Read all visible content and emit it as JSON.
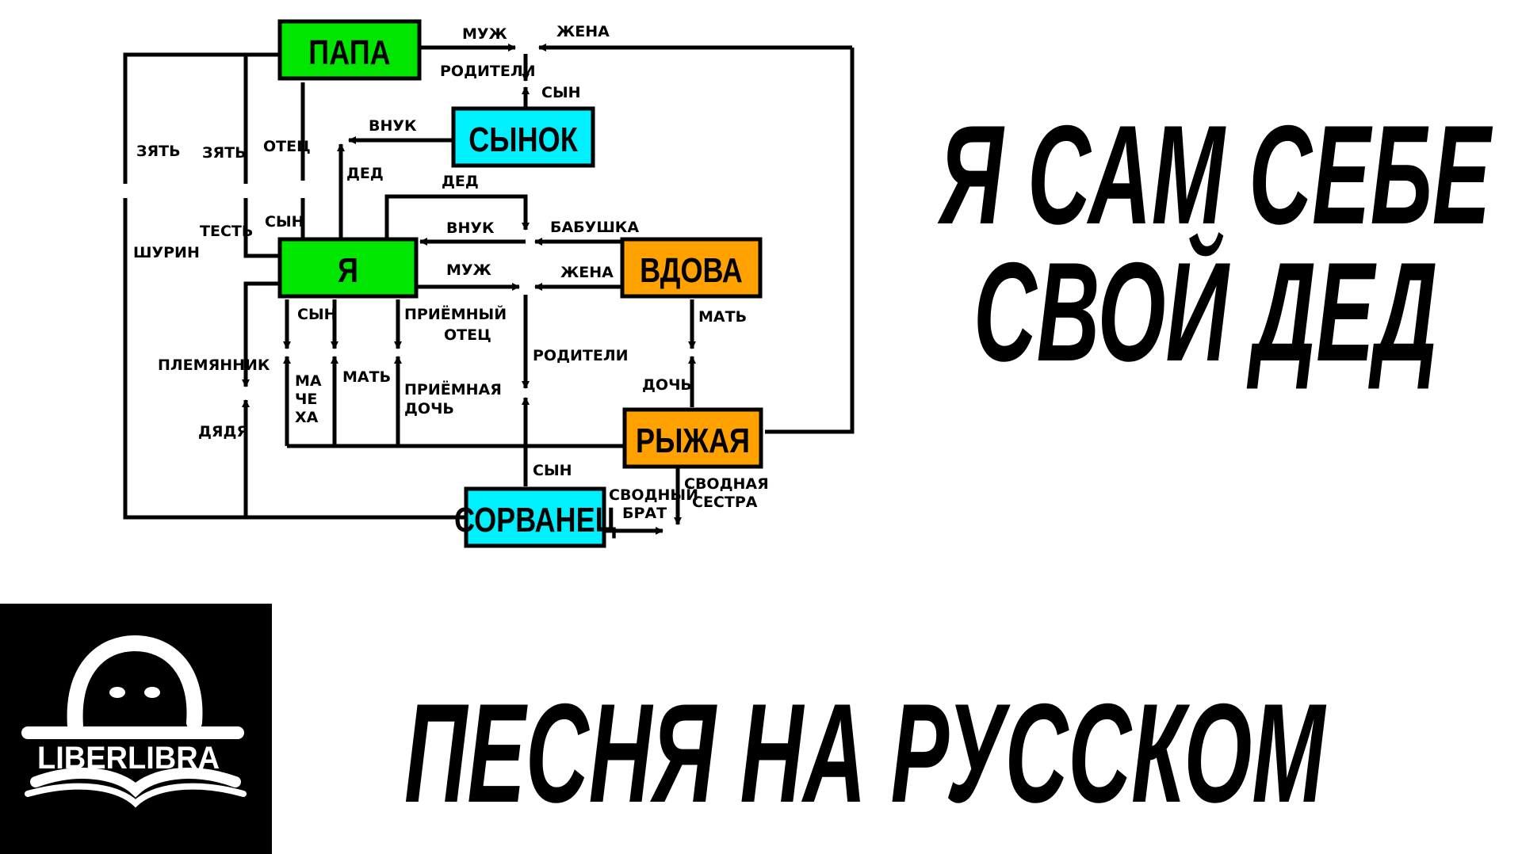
{
  "title_line1": "Я САМ СЕБЕ",
  "title_line2": "СВОЙ ДЕД",
  "subtitle": "ПЕСНЯ НА РУССКОМ",
  "logo_text": "LIBERLIBRA",
  "colors": {
    "green": "#00e600",
    "cyan": "#00f0ff",
    "orange": "#ffa200"
  },
  "nodes": {
    "papa": "ПАПА",
    "synok": "СЫНОК",
    "ya": "Я",
    "vdova": "ВДОВА",
    "ryzhaya": "РЫЖАЯ",
    "sorvanets": "СОРВАНЕЦ"
  },
  "labels": {
    "muzh1": "МУЖ",
    "zhena1": "ЖЕНА",
    "roditeli1": "РОДИТЕЛИ",
    "syn1": "СЫН",
    "vnuk1": "ВНУК",
    "zyat1": "ЗЯТЬ",
    "zyat2": "ЗЯТЬ",
    "otets": "ОТЕЦ",
    "ded1": "ДЕД",
    "ded2": "ДЕД",
    "shurin": "ШУРИН",
    "test": "ТЕСТЬ",
    "syn2": "СЫН",
    "vnuk2": "ВНУК",
    "babushka": "БАБУШКА",
    "muzh2": "МУЖ",
    "zhena2": "ЖЕНА",
    "syn3": "СЫН",
    "priemny1": "ПРИЁМНЫЙ",
    "priemny2": "ОТЕЦ",
    "mat1": "МАТЬ",
    "plemyannik": "ПЛЕМЯННИК",
    "mache1": "МА",
    "mache2": "ЧЕ",
    "mache3": "ХА",
    "mat2": "МАТЬ",
    "priemnaya1": "ПРИЁМНАЯ",
    "priemnaya2": "ДОЧЬ",
    "roditeli2": "РОДИТЕЛИ",
    "doch": "ДОЧЬ",
    "dyadya": "ДЯДЯ",
    "syn4": "СЫН",
    "svodny1": "СВОДНЫЙ",
    "svodny2": "БРАТ",
    "svodnaya1": "СВОДНАЯ",
    "svodnaya2": "СЕСТРА"
  }
}
